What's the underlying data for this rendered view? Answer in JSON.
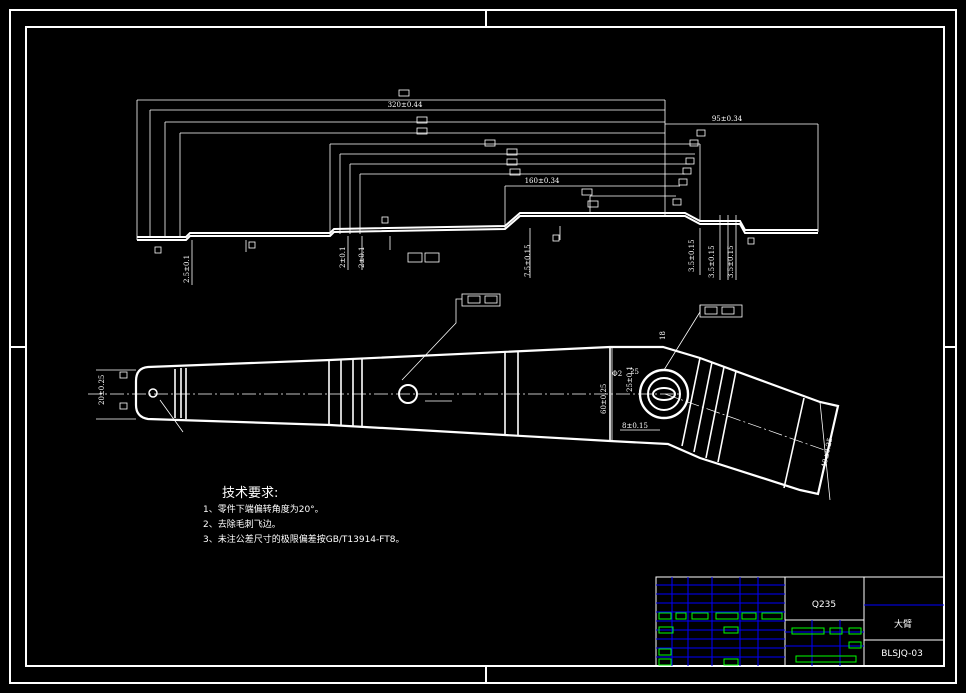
{
  "colors": {
    "background": "#000000",
    "lines": "#ffffff",
    "grid": "#0000ff",
    "tags": "#00ff00"
  },
  "top_view": {
    "dims": [
      "320±0.44",
      "95±0.34",
      "160±0.34",
      "2.5±0.1",
      "2±0.1",
      "2±0.1",
      "7.5±0.15",
      "3.5±0.15",
      "3.5±0.15",
      "3.5±0.15"
    ]
  },
  "plan_view": {
    "dims": [
      "20±0.25",
      "25",
      "60±0.25",
      "18",
      "8±0.15",
      "25±0.1",
      "40±0.25",
      "Φ2"
    ]
  },
  "tech_notes": {
    "heading": "技术要求:",
    "items": [
      "1、零件下端偏转角度为20°。",
      "2、去除毛刺飞边。",
      "3、未注公差尺寸的极限偏差按GB/T13914-FT8。"
    ]
  },
  "title_block": {
    "material": "Q235",
    "part_name": "大臂",
    "drawing_no": "BLSJQ-03"
  }
}
